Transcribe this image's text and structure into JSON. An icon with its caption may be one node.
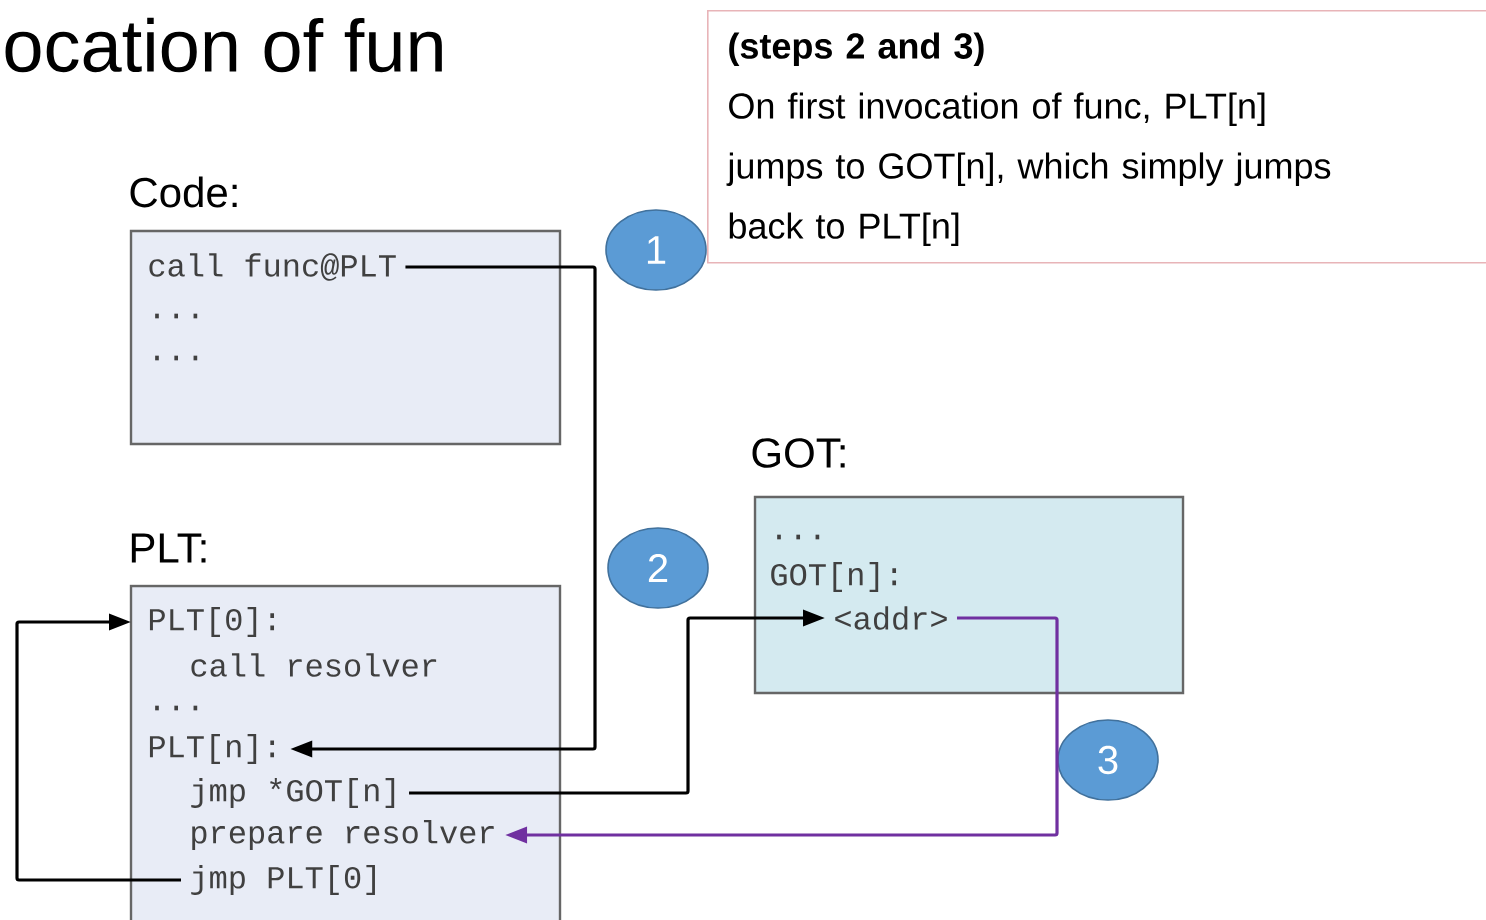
{
  "diagram": {
    "title": "ocation of fun",
    "nodes": [
      {
        "text": [
          "Code:",
          "...",
          "..."
        ]
      },
      {
        "text": [
          "call func@PLT"
        ],
        "in": 0
      },
      {
        "text": [
          "PLT:",
          "call resolver",
          "..."
        ]
      },
      {
        "text": [
          "PLT[0]:"
        ],
        "in": 2
      },
      {
        "text": [
          "PLT[n]:"
        ],
        "in": 2
      },
      {
        "text": [
          "jmp *GOT[n]"
        ],
        "in": 2
      },
      {
        "text": [
          "prepare resolver"
        ],
        "in": 2
      },
      {
        "text": [
          "jmp PLT[0]"
        ],
        "in": 2
      },
      {
        "text": [
          "GOT:",
          "...",
          "GOT[n]:"
        ]
      },
      {
        "text": [
          "<addr>"
        ],
        "in": 8
      },
      {
        "text": [
          "1"
        ]
      },
      {
        "text": [
          "2"
        ]
      },
      {
        "text": [
          "3"
        ]
      },
      {
        "text": [
          "(steps 2 and 3)",
          "On first invocation of func, PLT[n] jumps to GOT[n], which simply jumps back to PLT[n]"
        ]
      }
    ],
    "edges": [
      {
        "from": 1,
        "to": 4,
        "arrow": "to"
      },
      {
        "from": 5,
        "to": 9,
        "arrow": "to"
      },
      {
        "from": 9,
        "to": 6,
        "arrow": "to",
        "color": "#7030a0"
      },
      {
        "from": 7,
        "to": 3,
        "arrow": "to"
      }
    ]
  }
}
